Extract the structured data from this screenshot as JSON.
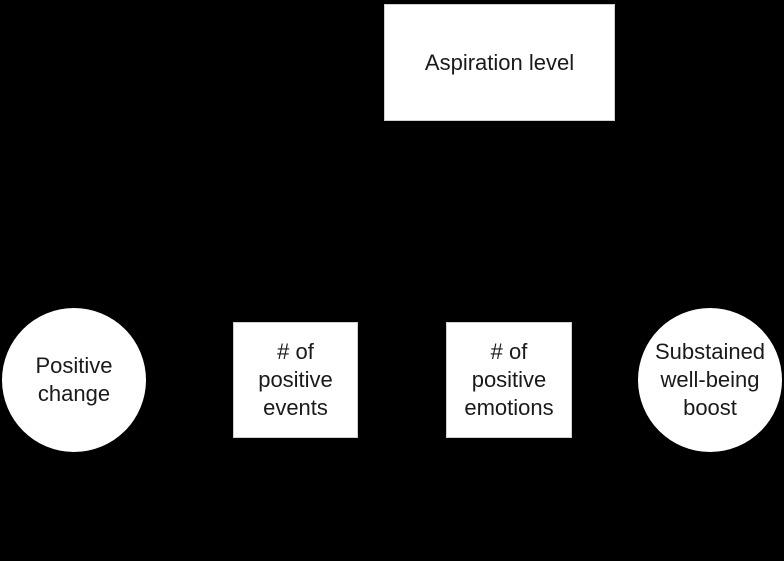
{
  "diagram": {
    "background_color": "#000000",
    "node_fill_color": "#ffffff",
    "node_text_color": "#1a1a1a",
    "nodes": {
      "aspiration_level": {
        "shape": "rectangle",
        "label": "Aspiration level"
      },
      "positive_change": {
        "shape": "circle",
        "lines": [
          "Positive",
          "change"
        ]
      },
      "positive_events": {
        "shape": "rectangle",
        "lines": [
          "# of",
          "positive",
          "events"
        ]
      },
      "positive_emotions": {
        "shape": "rectangle",
        "lines": [
          "# of",
          "positive",
          "emotions"
        ]
      },
      "wellbeing_boost": {
        "shape": "circle",
        "lines": [
          "Substained",
          "well-being",
          "boost"
        ]
      }
    }
  }
}
